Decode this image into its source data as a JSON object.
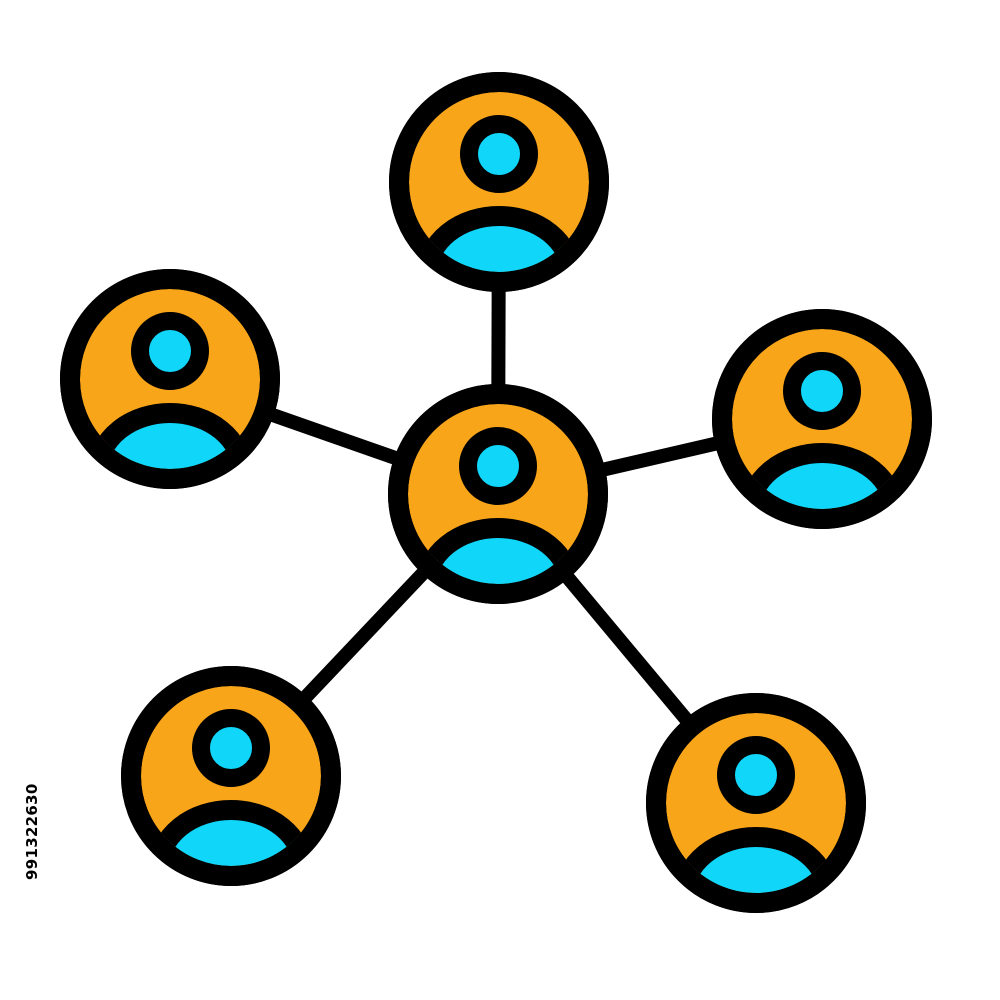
{
  "icon": {
    "subject": "network-of-people-icon",
    "colors": {
      "outline": "#000000",
      "person_circle_fill": "#F9A51A",
      "person_figure_fill": "#10D6FA",
      "background": "#FFFFFF"
    },
    "nodes": [
      {
        "name": "user-node-center",
        "role": "hub"
      },
      {
        "name": "user-node-top",
        "role": "spoke"
      },
      {
        "name": "user-node-left",
        "role": "spoke"
      },
      {
        "name": "user-node-right",
        "role": "spoke"
      },
      {
        "name": "user-node-bottom-left",
        "role": "spoke"
      },
      {
        "name": "user-node-bottom-right",
        "role": "spoke"
      }
    ]
  },
  "watermark": {
    "stock_id": "991322630"
  }
}
